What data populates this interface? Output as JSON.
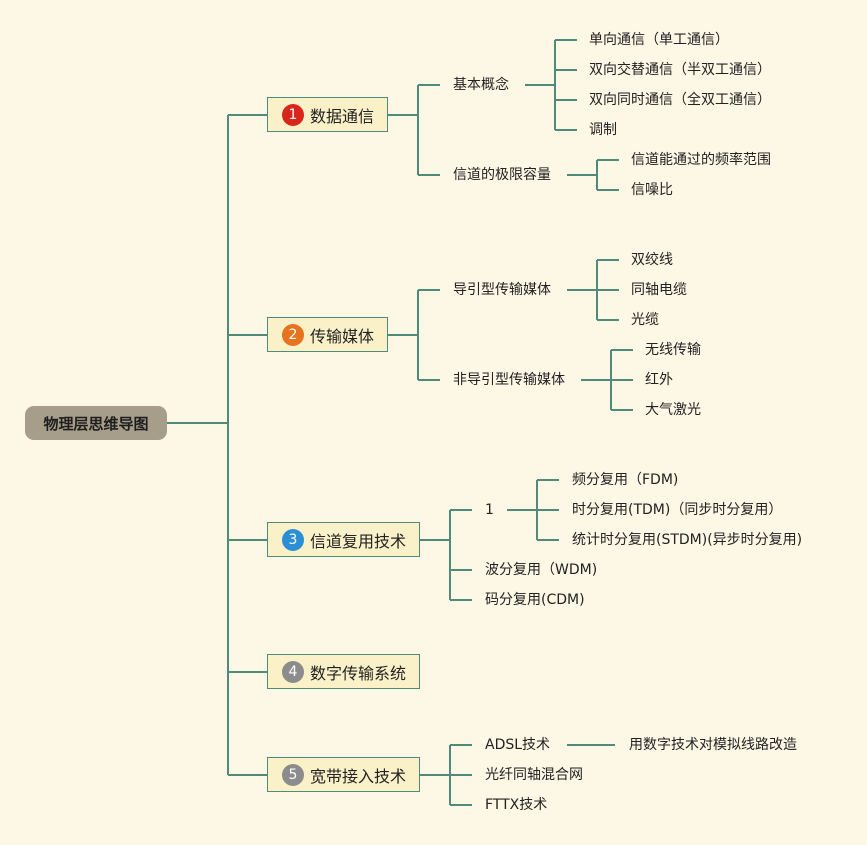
{
  "root": {
    "label": "物理层思维导图"
  },
  "branches": [
    {
      "number": "1",
      "label": "数据通信",
      "color": "#d9261c",
      "children": [
        {
          "label": "基本概念",
          "children": [
            "单向通信（单工通信）",
            "双向交替通信（半双工通信）",
            "双向同时通信（全双工通信）",
            "调制"
          ]
        },
        {
          "label": "信道的极限容量",
          "children": [
            "信道能通过的频率范围",
            "信噪比"
          ]
        }
      ]
    },
    {
      "number": "2",
      "label": "传输媒体",
      "color": "#e8731f",
      "children": [
        {
          "label": "导引型传输媒体",
          "children": [
            "双绞线",
            "同轴电缆",
            "光缆"
          ]
        },
        {
          "label": "非导引型传输媒体",
          "children": [
            "无线传输",
            "红外",
            "大气激光"
          ]
        }
      ]
    },
    {
      "number": "3",
      "label": "信道复用技术",
      "color": "#2c8fd6",
      "children": [
        {
          "label": "1",
          "children": [
            "频分复用（FDM)",
            "时分复用(TDM)（同步时分复用）",
            "统计时分复用(STDM)(异步时分复用)"
          ]
        },
        {
          "label": "波分复用（WDM)"
        },
        {
          "label": "码分复用(CDM)"
        }
      ]
    },
    {
      "number": "4",
      "label": "数字传输系统",
      "color": "#8c8c8c",
      "children": []
    },
    {
      "number": "5",
      "label": "宽带接入技术",
      "color": "#8c8c8c",
      "children": [
        {
          "label": "ADSL技术",
          "children": [
            "用数字技术对模拟线路改造"
          ]
        },
        {
          "label": "光纤同轴混合网"
        },
        {
          "label": "FTTX技术"
        }
      ]
    }
  ],
  "colors": {
    "line": "#4f8a7a",
    "background": "#fdf7e6"
  }
}
